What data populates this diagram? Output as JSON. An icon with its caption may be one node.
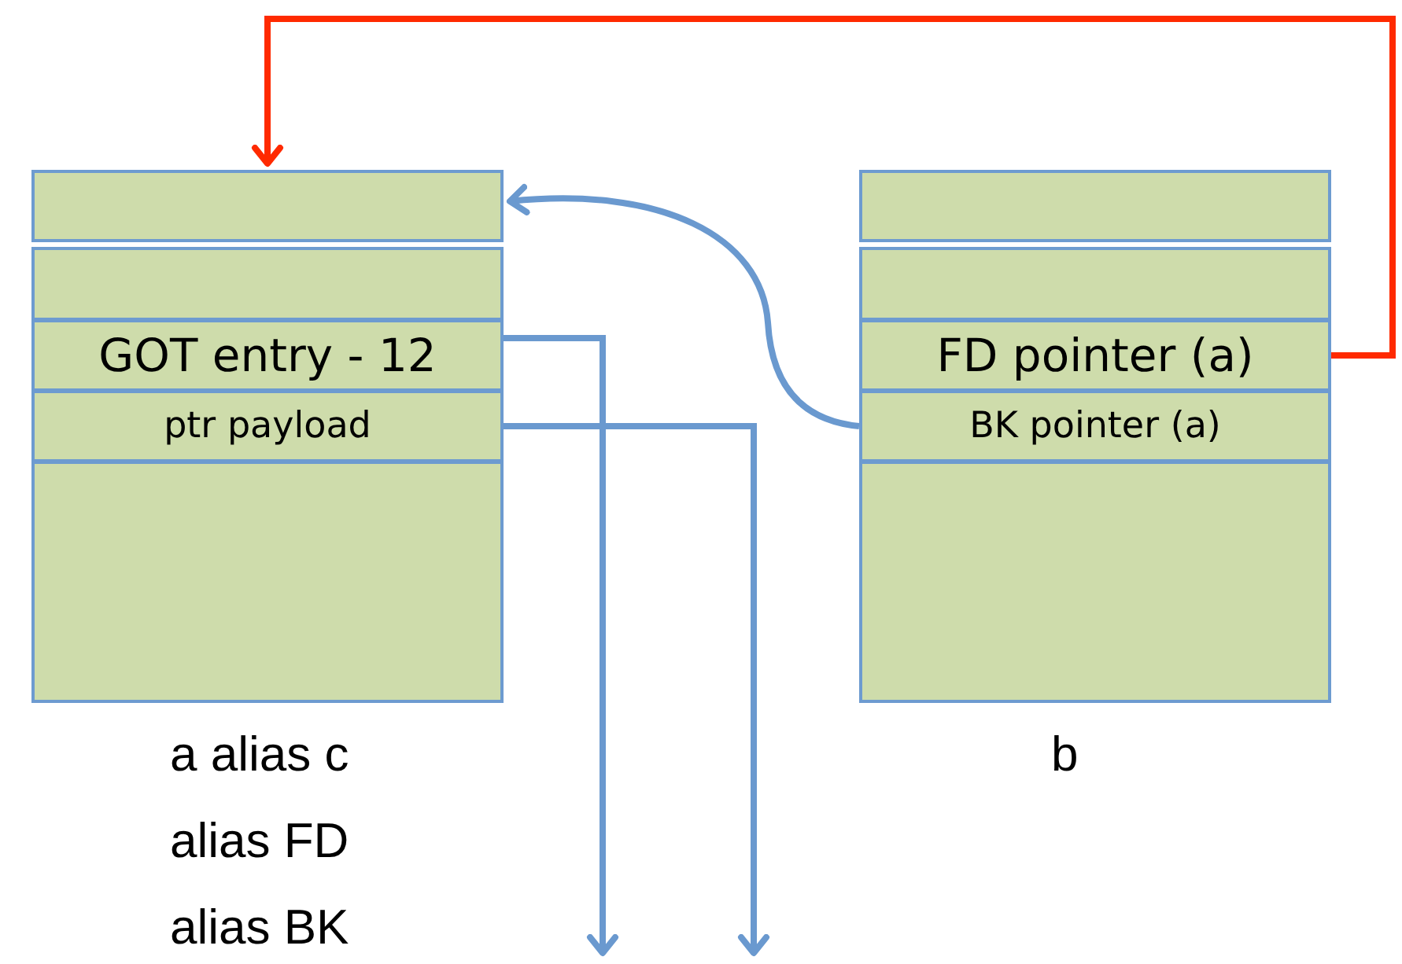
{
  "diagram": {
    "nodes": [
      {
        "text": [],
        "shape": "box"
      },
      {
        "text": [],
        "shape": "box"
      },
      {
        "text": [
          "GOT entry - 12"
        ]
      },
      {
        "text": [
          "ptr payload"
        ]
      },
      {
        "text": [],
        "shape": "box",
        "beside": [
          "a alias c",
          "alias FD",
          "alias BK"
        ]
      },
      {
        "text": [],
        "shape": "box"
      },
      {
        "text": [],
        "shape": "box"
      },
      {
        "text": [
          "FD pointer (a)"
        ]
      },
      {
        "text": [
          "BK pointer (a)"
        ]
      },
      {
        "text": [],
        "shape": "box",
        "beside": [
          "b"
        ]
      }
    ],
    "edges": [
      {
        "from": 7,
        "to": 0,
        "arrow": "to",
        "color": "#ff2a00"
      },
      {
        "from": 8,
        "to": 0,
        "arrow": "to"
      },
      {
        "from": 2,
        "to": null,
        "arrow": "to"
      },
      {
        "from": 3,
        "to": null,
        "arrow": "to"
      }
    ]
  }
}
